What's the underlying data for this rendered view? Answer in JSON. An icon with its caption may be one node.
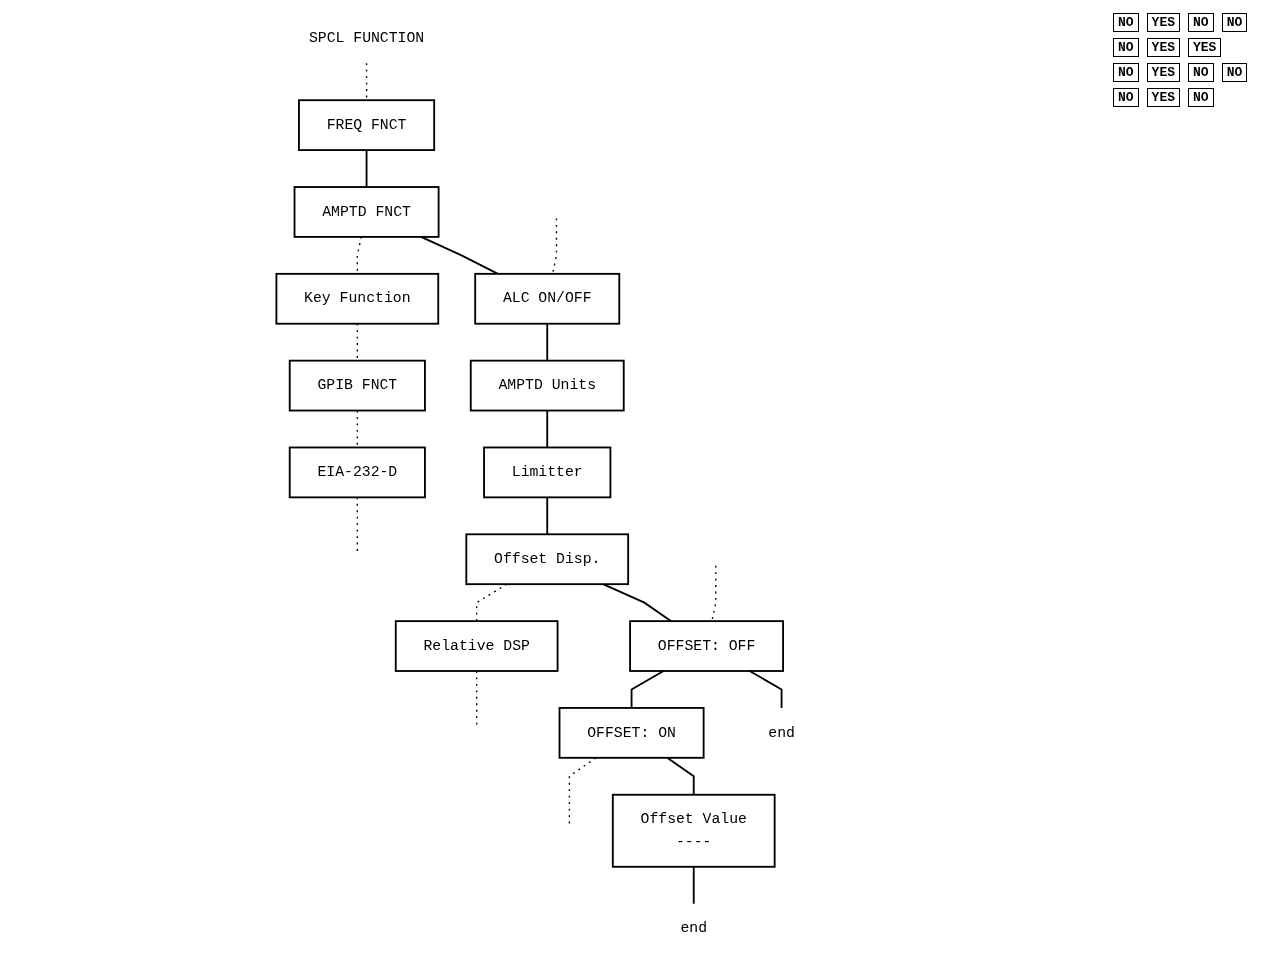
{
  "diagram": {
    "nodes": [
      {
        "text": [
          "SPCL FUNCTION"
        ]
      },
      {
        "text": [
          "FREQ  FNCT"
        ]
      },
      {
        "text": [
          "AMPTD FNCT"
        ]
      },
      {
        "text": [
          "ALC ON/OFF"
        ]
      },
      {
        "text": [
          "AMPTD Units"
        ]
      },
      {
        "text": [
          "Limitter"
        ]
      },
      {
        "text": [
          "Offset Disp."
        ]
      },
      {
        "text": [
          "OFFSET:  OFF"
        ]
      },
      {
        "text": [
          "end"
        ]
      },
      {
        "text": [
          "OFFSET:  ON"
        ]
      },
      {
        "text": [
          "Offset Value",
          "----"
        ]
      },
      {
        "text": [
          "Key Function"
        ]
      },
      {
        "text": [
          "Relative DSP"
        ]
      },
      {
        "text": [
          "GPIB  FNCT"
        ]
      },
      {
        "text": [
          "EIA-232-D"
        ]
      },
      {
        "text": [
          "end"
        ]
      }
    ],
    "edges": [
      {
        "from": 0,
        "to": 1,
        "arrow": "none",
        "style": "dashed"
      },
      {
        "from": 1,
        "to": 2,
        "arrow": "none"
      },
      {
        "from": 2,
        "to": 3,
        "arrow": "none"
      },
      {
        "from": 3,
        "to": 4,
        "arrow": "none"
      },
      {
        "from": 4,
        "to": 5,
        "arrow": "none"
      },
      {
        "from": 5,
        "to": 6,
        "arrow": "none"
      },
      {
        "from": 6,
        "to": 7,
        "arrow": "none"
      },
      {
        "from": 7,
        "to": 8,
        "arrow": "none"
      },
      {
        "from": 7,
        "to": 9,
        "arrow": "none"
      },
      {
        "from": 9,
        "to": 10,
        "arrow": "none"
      },
      {
        "from": 10,
        "to": 15,
        "arrow": "none"
      },
      {
        "from": 2,
        "to": 11,
        "arrow": "none",
        "style": "dashed"
      },
      {
        "from": 11,
        "to": 13,
        "arrow": "none",
        "style": "dashed"
      },
      {
        "from": 13,
        "to": 14,
        "arrow": "none",
        "style": "dashed"
      },
      {
        "from": 14,
        "to": null,
        "arrow": "none",
        "style": "dashed"
      },
      {
        "from": null,
        "to": 3,
        "arrow": "none",
        "style": "dashed"
      },
      {
        "from": 6,
        "to": 12,
        "arrow": "none",
        "style": "dashed"
      },
      {
        "from": 12,
        "to": null,
        "arrow": "none",
        "style": "dashed"
      },
      {
        "from": null,
        "to": 7,
        "arrow": "none",
        "style": "dashed"
      },
      {
        "from": 9,
        "to": null,
        "arrow": "none",
        "style": "dashed"
      }
    ],
    "labels": [
      "NO",
      "YES",
      "NO",
      "NO",
      "NO",
      "YES",
      "YES",
      "NO",
      "YES",
      "NO",
      "NO",
      "NO",
      "YES",
      "NO"
    ]
  }
}
